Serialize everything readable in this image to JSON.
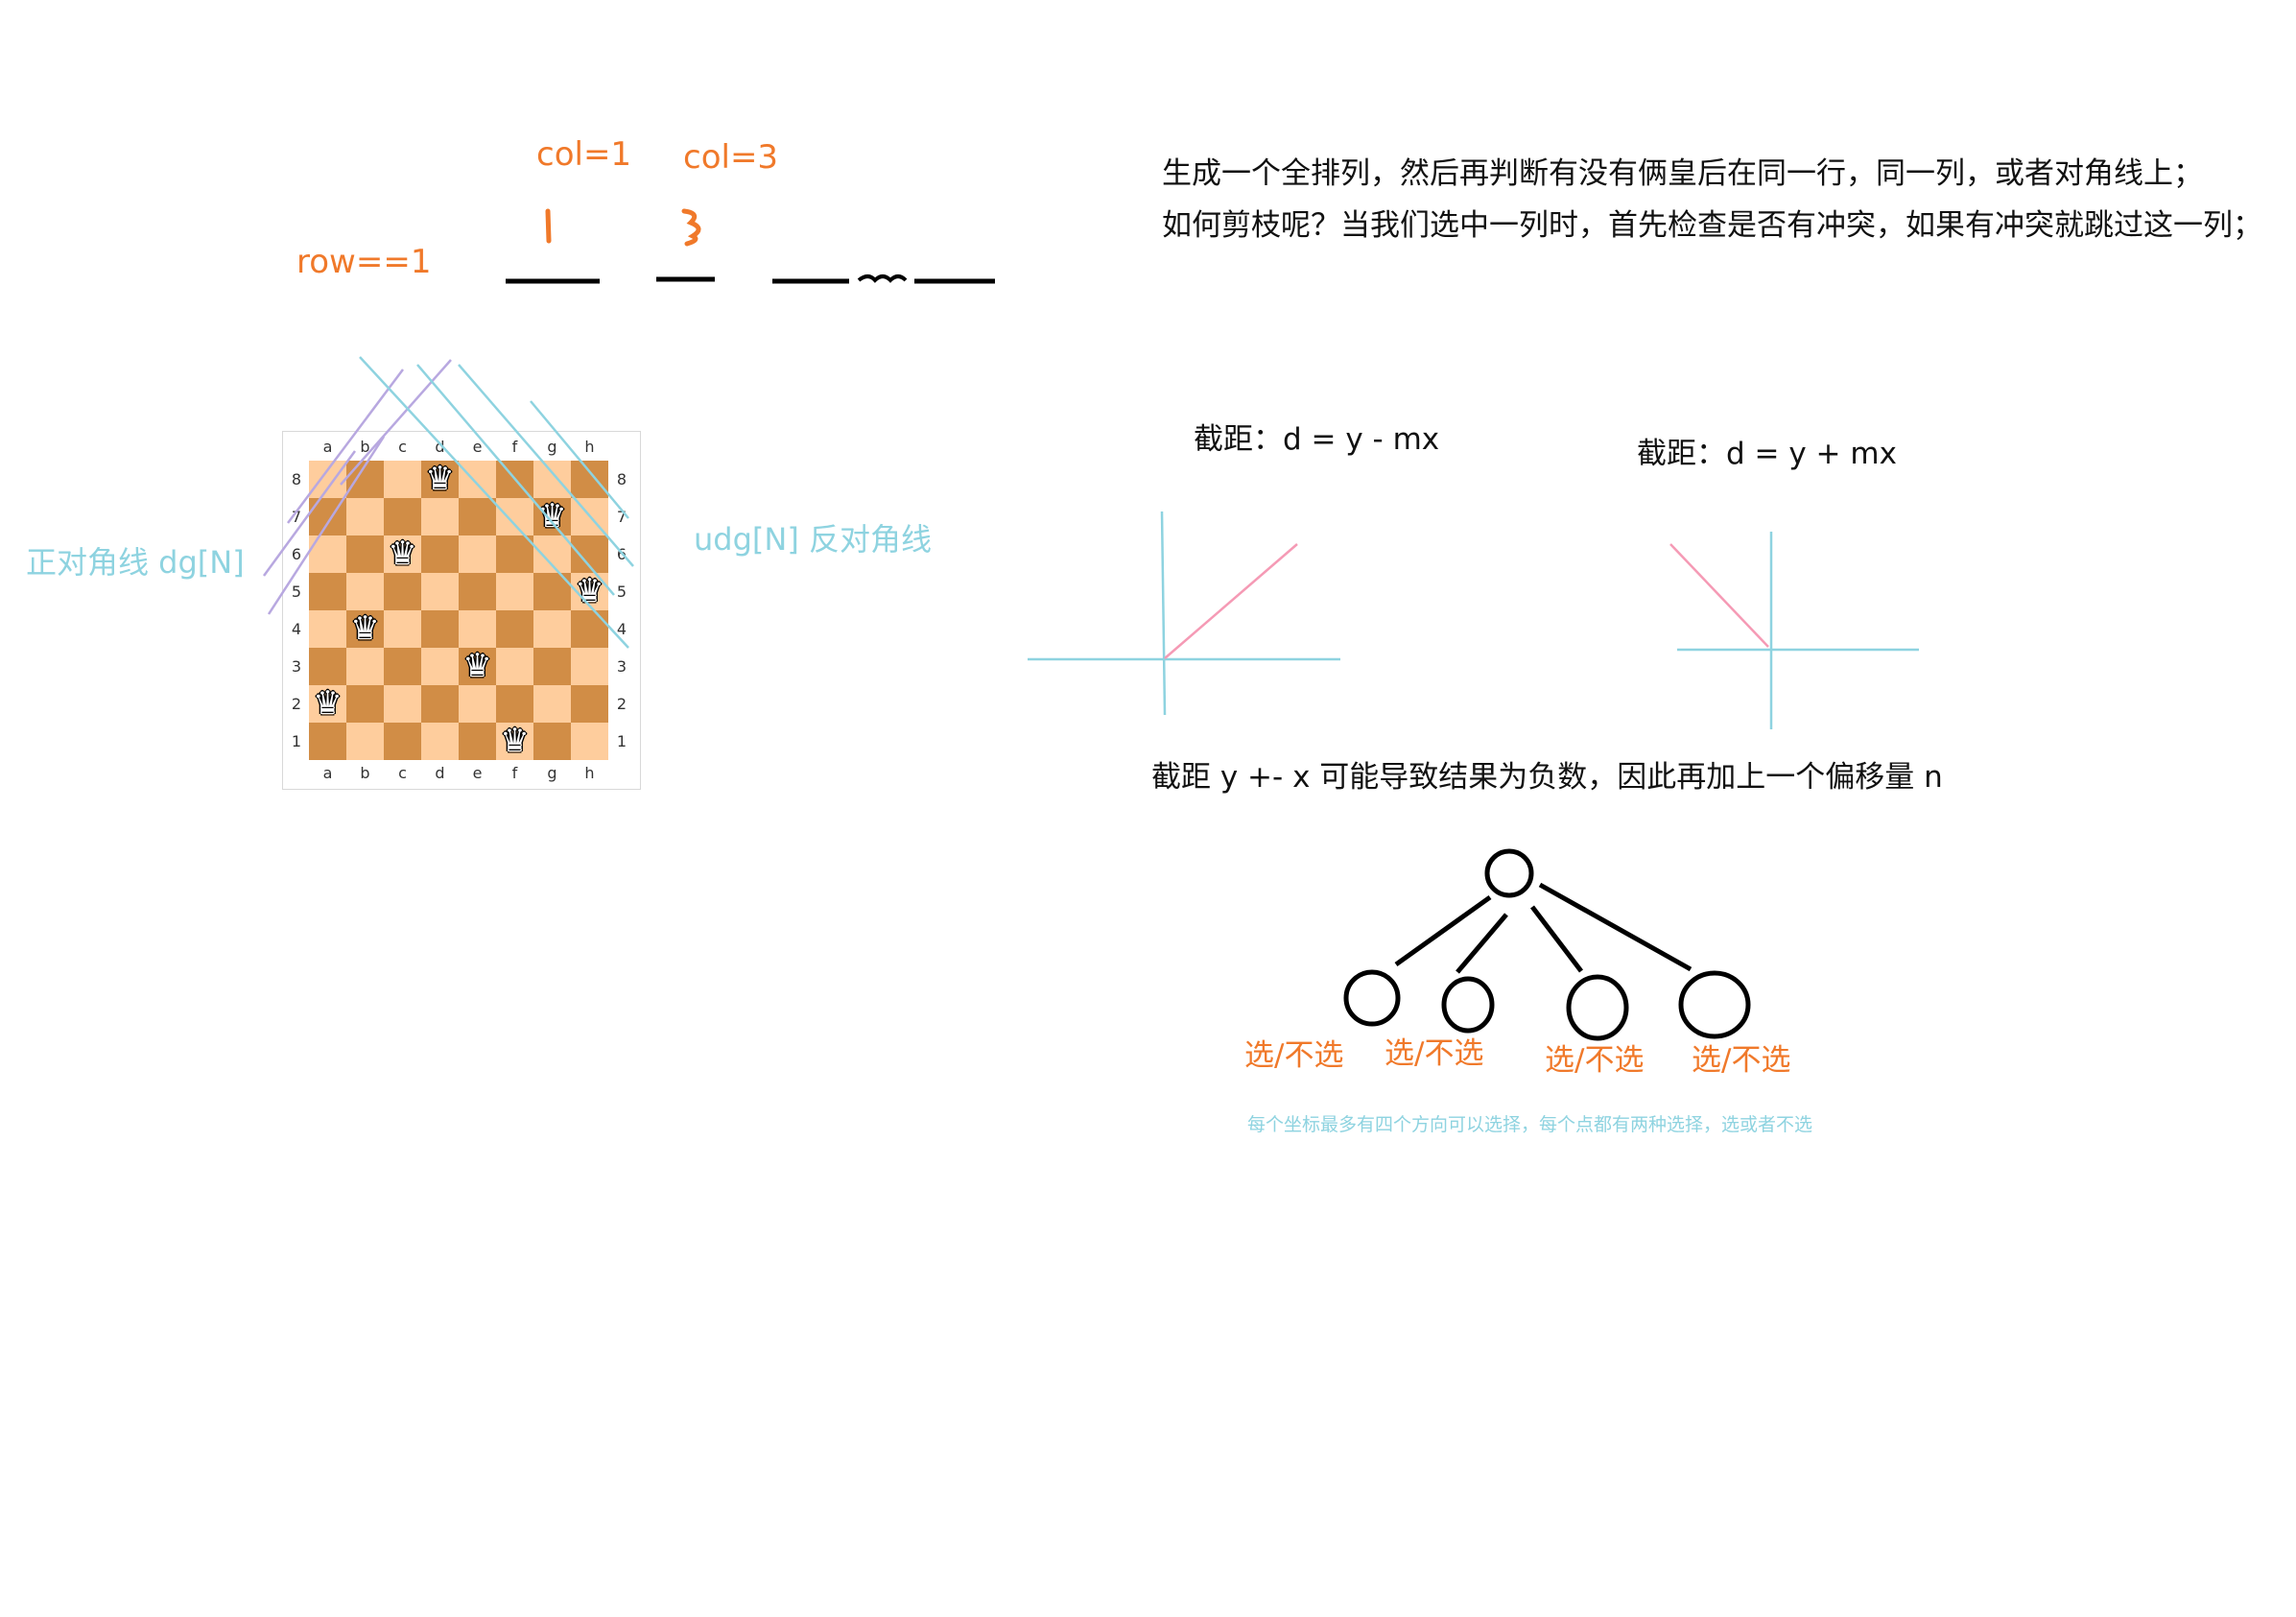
{
  "annotations": {
    "col1": "col=1",
    "col3": "col=3",
    "row": "row==1",
    "slot_digit_1": "1",
    "slot_digit_3": "3",
    "main_diagonal": "正对角线  dg[N]",
    "anti_diagonal": "udg[N]  反对角线"
  },
  "board": {
    "files": [
      "a",
      "b",
      "c",
      "d",
      "e",
      "f",
      "g",
      "h"
    ],
    "ranks": [
      "8",
      "7",
      "6",
      "5",
      "4",
      "3",
      "2",
      "1"
    ],
    "queens": [
      "d8",
      "g7",
      "c6",
      "h5",
      "b4",
      "e3",
      "a2",
      "f1"
    ],
    "light_color": "#fecd9d",
    "dark_color": "#d18d46"
  },
  "notes": {
    "line1": "生成一个全排列，然后再判断有没有俩皇后在同一行，同一列，或者对角线上；",
    "line2": "如何剪枝呢？当我们选中一列时，首先检查是否有冲突，如果有冲突就跳过这一列；",
    "intercept_left": "截距：d = y - mx",
    "intercept_right": "截距：d = y + mx",
    "offset_note": "截距 y +- x 可能导致结果为负数，因此再加上一个偏移量 n",
    "tree_caption": "每个坐标最多有四个方向可以选择，每个点都有两种选择，选或者不选"
  },
  "tree": {
    "children_labels": [
      "选/不选",
      "选/不选",
      "选/不选",
      "选/不选"
    ]
  },
  "colors": {
    "orange": "#f0792a",
    "cyan": "#8ed3e0",
    "pink": "#f59ab5",
    "lavender": "#b8a8e0"
  },
  "icons": {
    "queen": "chess-queen-icon"
  }
}
